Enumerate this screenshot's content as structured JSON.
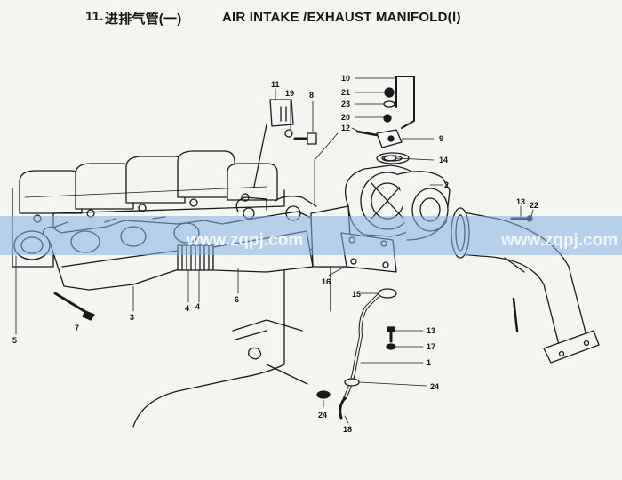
{
  "title": {
    "number": "11.",
    "chinese": "进排气管(一)",
    "english": "AIR INTAKE /EXHAUST MANIFOLD(Ⅰ)"
  },
  "watermark": {
    "band_color": "#7fb3e6",
    "text_left": "www.zqpj.com",
    "text_right": "www.zqpj.com"
  },
  "callouts": {
    "c10": "10",
    "c21": "21",
    "c23": "23",
    "c20": "20",
    "c12": "12",
    "c9": "9",
    "c14": "14",
    "c2": "2",
    "c11": "11",
    "c19": "19",
    "c8": "8",
    "c13a": "13",
    "c22": "22",
    "c5": "5",
    "c7": "7",
    "c3": "3",
    "c4a": "4",
    "c4b": "4",
    "c6": "6",
    "c16": "16",
    "c15": "15",
    "c13b": "13",
    "c17": "17",
    "c1": "1",
    "c24a": "24",
    "c24b": "24",
    "c18": "18"
  },
  "colors": {
    "line": "#1a1a1a",
    "paper": "#f4f4f1"
  }
}
